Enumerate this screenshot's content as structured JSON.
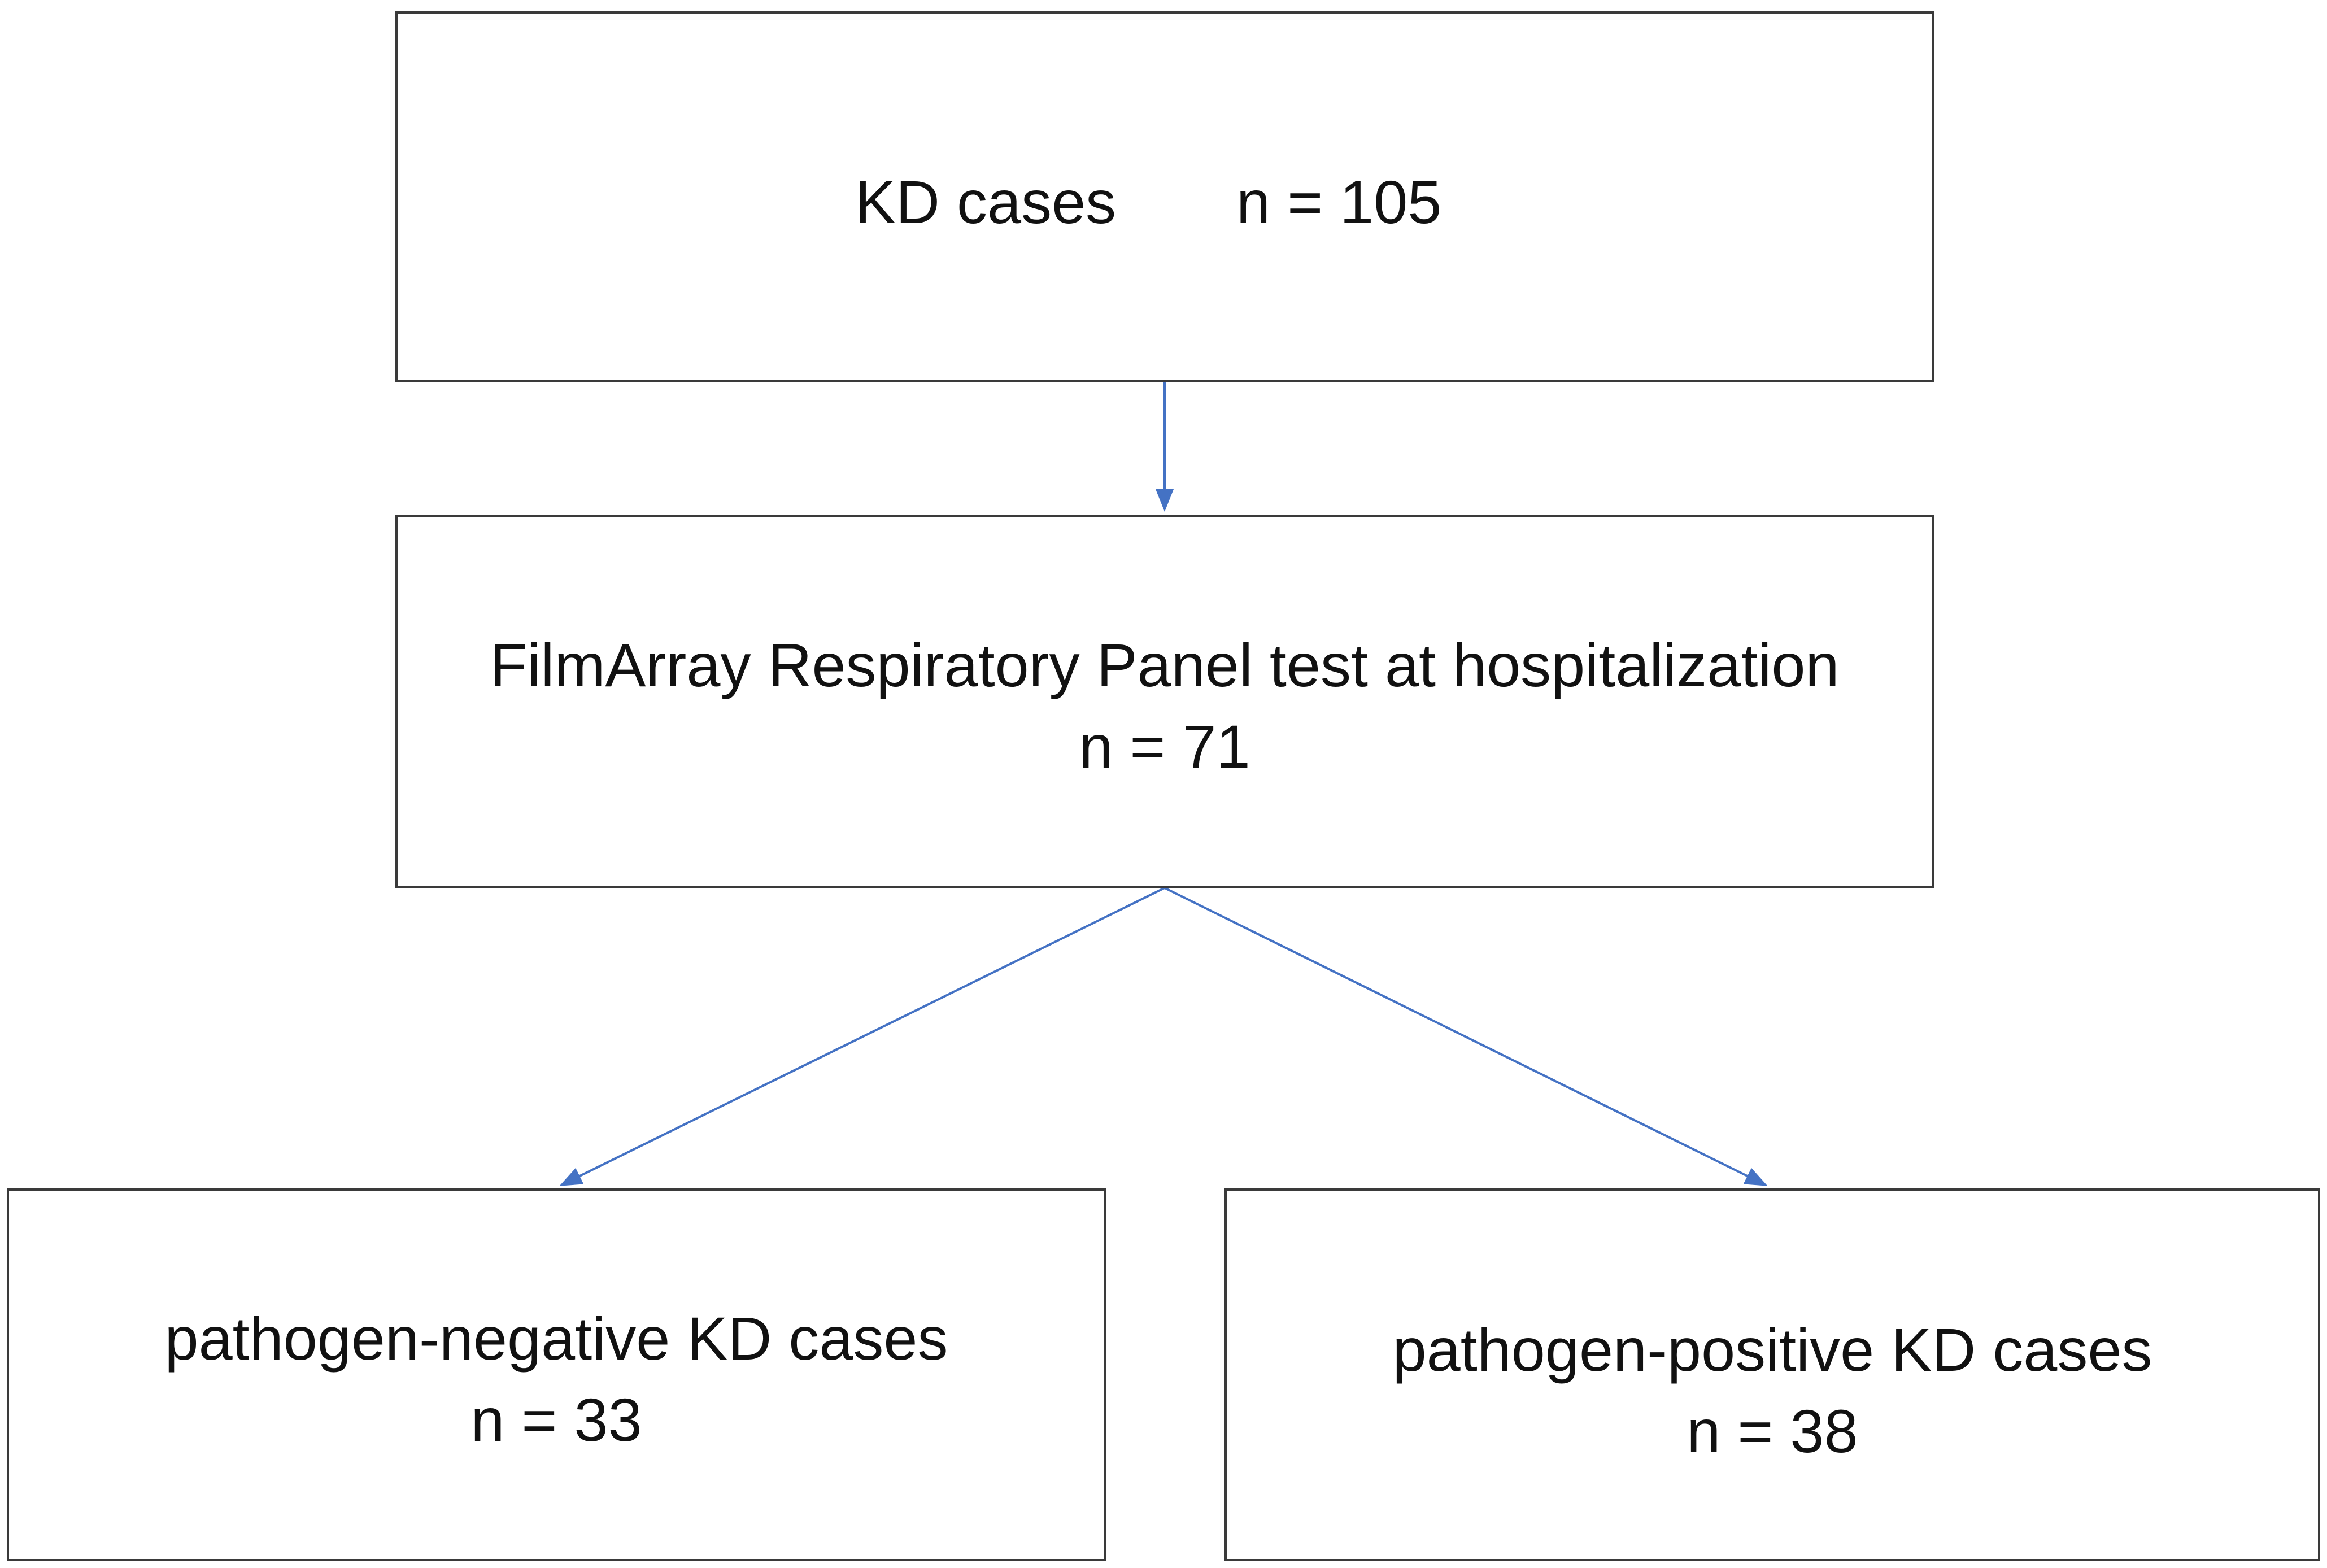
{
  "nodes": {
    "top": {
      "label": "KD cases",
      "count": "n = 105"
    },
    "middle": {
      "label": "FilmArray Respiratory Panel test at hospitalization",
      "count": "n = 71"
    },
    "left": {
      "label": "pathogen-negative KD cases",
      "count": "n = 33"
    },
    "right": {
      "label": "pathogen-positive KD cases",
      "count": "n = 38"
    }
  },
  "colors": {
    "arrow": "#4472c4",
    "border": "#3a3a3a",
    "text": "#111111"
  }
}
